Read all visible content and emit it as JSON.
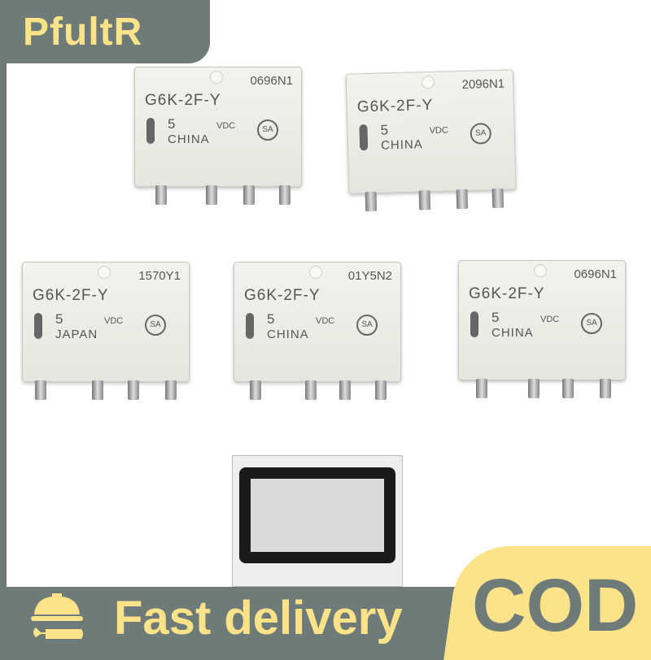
{
  "brand": "PfultR",
  "relays": [
    {
      "code": "0696N1",
      "model": "G6K-2F-Y",
      "voltage": "5",
      "unit": "VDC",
      "country": "CHINA",
      "logo": "SA"
    },
    {
      "code": "2096N1",
      "model": "G6K-2F-Y",
      "voltage": "5",
      "unit": "VDC",
      "country": "CHINA",
      "logo": "SA"
    },
    {
      "code": "1570Y1",
      "model": "G6K-2F-Y",
      "voltage": "5",
      "unit": "VDC",
      "country": "JAPAN",
      "logo": "SA"
    },
    {
      "code": "01Y5N2",
      "model": "G6K-2F-Y",
      "voltage": "5",
      "unit": "VDC",
      "country": "CHINA",
      "logo": "SA"
    },
    {
      "code": "0696N1",
      "model": "G6K-2F-Y",
      "voltage": "5",
      "unit": "VDC",
      "country": "CHINA",
      "logo": "SA"
    }
  ],
  "banner": {
    "delivery": "Fast delivery",
    "cod": "COD",
    "icon": "helmet-wrench-icon"
  },
  "colors": {
    "gray": "#6e7b78",
    "yellow": "#fce38a"
  }
}
